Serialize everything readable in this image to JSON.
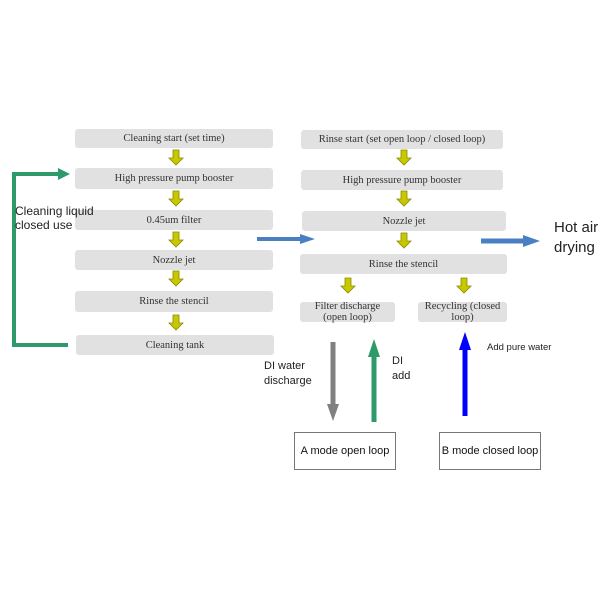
{
  "cleaning_column": {
    "steps": [
      "Cleaning start (set time)",
      "High pressure pump booster",
      "0.45um filter",
      "Nozzle jet",
      "Rinse the stencil",
      "Cleaning tank"
    ],
    "loop_label_line1": "Cleaning liquid",
    "loop_label_line2": "closed use"
  },
  "rinse_column": {
    "steps": [
      "Rinse start (set open loop / closed loop)",
      "High pressure pump booster",
      "Nozzle jet",
      "Rinse the stencil"
    ],
    "branches": {
      "open_line1": "Filter discharge",
      "open_line2": "(open loop)",
      "closed_line1": "Recycling (closed",
      "closed_line2": "loop)"
    }
  },
  "output": {
    "line1": "Hot air",
    "line2": "drying"
  },
  "water_flows": {
    "discharge_line1": "DI water",
    "discharge_line2": "discharge",
    "add_line1": "DI",
    "add_line2": "add",
    "pure_water": "Add pure water"
  },
  "modes": {
    "a": "A mode open loop",
    "b": "B mode closed loop"
  },
  "colors": {
    "step_fill": "#e1e1e1",
    "down_arrow": "#c8c800",
    "loop_green": "#2e9a6a",
    "flow_blue": "#4a7fc1",
    "discharge_gray": "#808080",
    "pure_water_blue": "#0000ff"
  }
}
